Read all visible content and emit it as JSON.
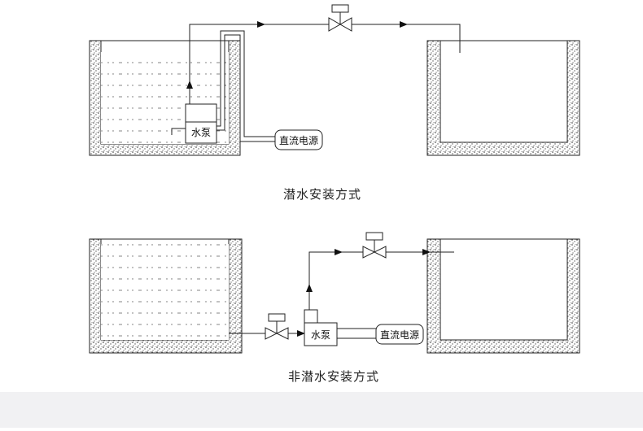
{
  "diagram_top": {
    "pump_label": "水泵",
    "power_label": "直流电源",
    "caption": "潜水安装方式"
  },
  "diagram_bottom": {
    "pump_label": "水泵",
    "power_label": "直流电源",
    "caption": "非潜水安装方式"
  }
}
